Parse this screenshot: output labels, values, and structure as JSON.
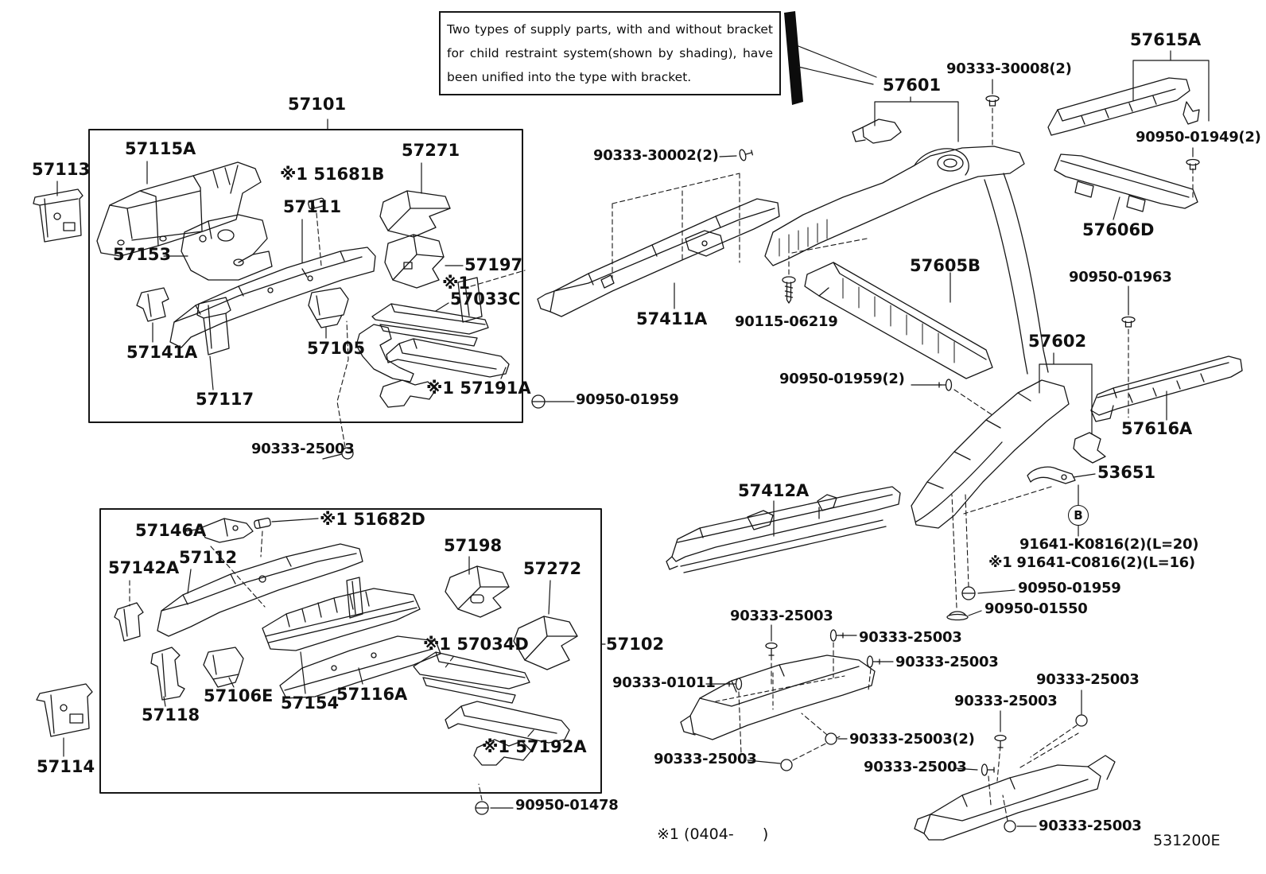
{
  "note_box": {
    "lines": [
      "Two types of supply parts, with and without bracket",
      "for child restraint system(shown by shading), have",
      "been unified into the type with bracket."
    ]
  },
  "ref_marker": {
    "label": "B"
  },
  "footer": {
    "diagram_code": "531200E",
    "applicability_note": "※1 (0404-      )"
  },
  "callouts": [
    {
      "text": "57101"
    },
    {
      "text": "57113"
    },
    {
      "text": "57115A"
    },
    {
      "text": "※1 51681B"
    },
    {
      "text": "57271"
    },
    {
      "text": "57111"
    },
    {
      "text": "57153"
    },
    {
      "text": "57197"
    },
    {
      "text": "※1"
    },
    {
      "text": "57033C"
    },
    {
      "text": "57141A"
    },
    {
      "text": "57105"
    },
    {
      "text": "57117"
    },
    {
      "text": "※1 57191A"
    },
    {
      "text": "90333-25003"
    },
    {
      "text": "90950-01959"
    },
    {
      "text": "90333-30002(2)"
    },
    {
      "text": "57411A"
    },
    {
      "text": "90115-06219"
    },
    {
      "text": "57412A"
    },
    {
      "text": "57601"
    },
    {
      "text": "90333-30008(2)"
    },
    {
      "text": "57615A"
    },
    {
      "text": "90950-01949(2)"
    },
    {
      "text": "57606D"
    },
    {
      "text": "57605B"
    },
    {
      "text": "90950-01963"
    },
    {
      "text": "57602"
    },
    {
      "text": "90950-01959(2)"
    },
    {
      "text": "57616A"
    },
    {
      "text": "53651"
    },
    {
      "text": "91641-K0816(2)(L=20)"
    },
    {
      "text": "※1 91641-C0816(2)(L=16)"
    },
    {
      "text": "90950-01959"
    },
    {
      "text": "90950-01550"
    },
    {
      "text": "90333-25003"
    },
    {
      "text": "90333-25003"
    },
    {
      "text": "90333-25003"
    },
    {
      "text": "90333-01011"
    },
    {
      "text": "90333-25003(2)"
    },
    {
      "text": "90333-25003"
    },
    {
      "text": "90333-25003"
    },
    {
      "text": "90333-25003"
    },
    {
      "text": "90333-25003"
    },
    {
      "text": "90333-25003"
    },
    {
      "text": "90950-01478"
    },
    {
      "text": "57146A"
    },
    {
      "text": "※1 51682D"
    },
    {
      "text": "57142A"
    },
    {
      "text": "57112"
    },
    {
      "text": "57198"
    },
    {
      "text": "57272"
    },
    {
      "text": "※1 57034D"
    },
    {
      "text": "57106E"
    },
    {
      "text": "57118"
    },
    {
      "text": "57154"
    },
    {
      "text": "57116A"
    },
    {
      "text": "※1 57192A"
    },
    {
      "text": "57102"
    },
    {
      "text": "57114"
    }
  ]
}
